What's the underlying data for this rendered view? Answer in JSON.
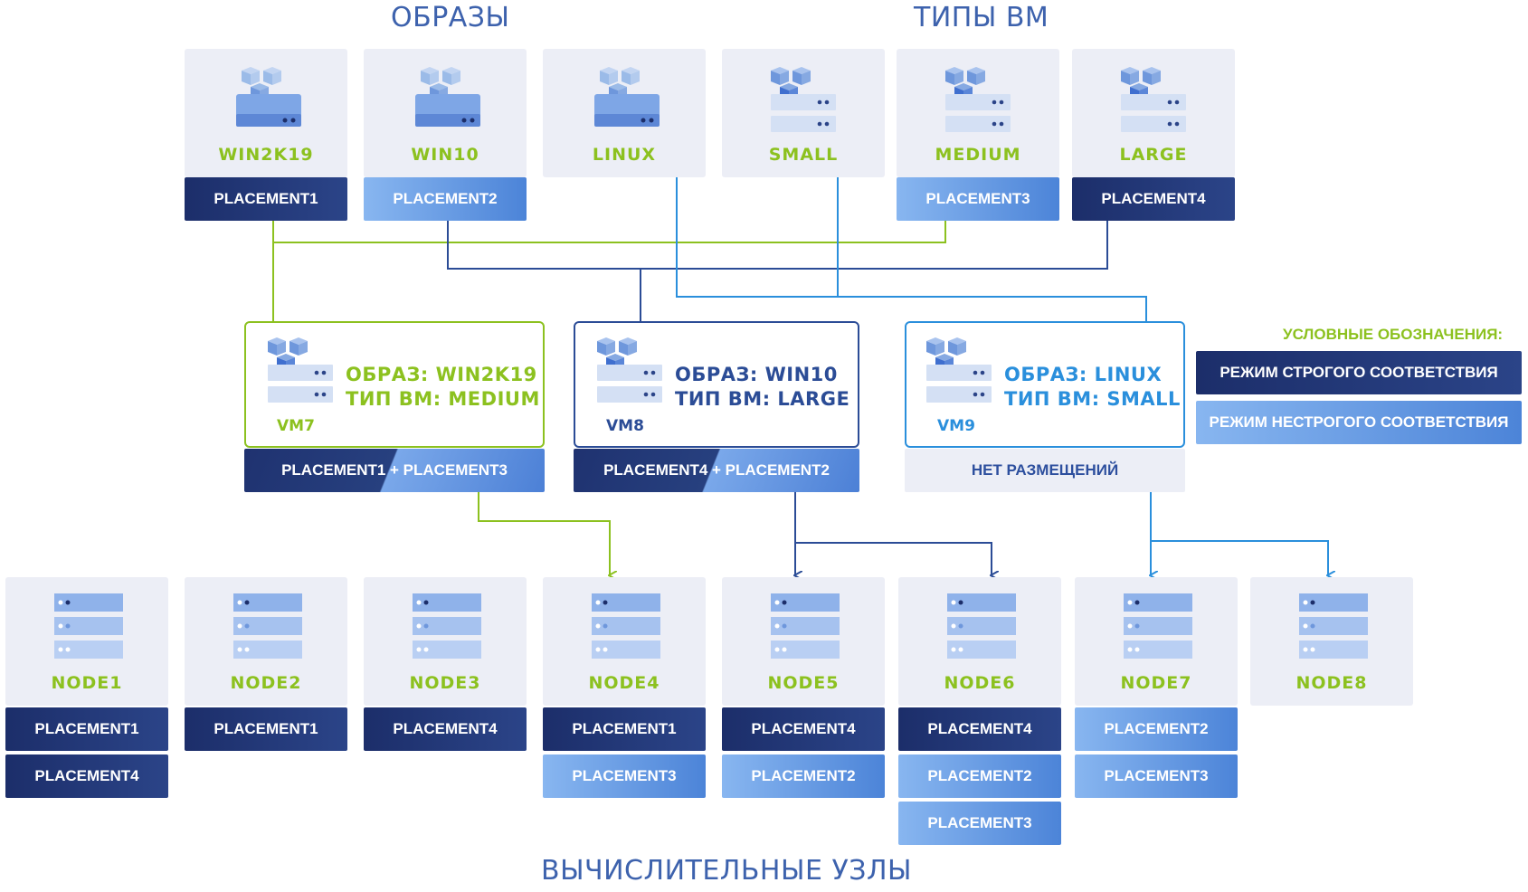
{
  "headings": {
    "images": "ОБРАЗЫ",
    "vm_types": "ТИПЫ ВМ",
    "nodes": "ВЫЧИСЛИТЕЛЬНЫЕ УЗЛЫ"
  },
  "images": [
    {
      "label": "WIN2K19",
      "placement": "PLACEMENT1",
      "mode": "strict"
    },
    {
      "label": "WIN10",
      "placement": "PLACEMENT2",
      "mode": "loose"
    },
    {
      "label": "LINUX",
      "placement": "",
      "mode": "none"
    }
  ],
  "vm_types": [
    {
      "label": "SMALL",
      "placement": "",
      "mode": "none"
    },
    {
      "label": "MEDIUM",
      "placement": "PLACEMENT3",
      "mode": "loose"
    },
    {
      "label": "LARGE",
      "placement": "PLACEMENT4",
      "mode": "strict"
    }
  ],
  "vms": [
    {
      "name": "VM7",
      "image_line": "ОБРАЗ: WIN2K19",
      "type_line": "ТИП ВМ: MEDIUM",
      "placements": "PLACEMENT1 + PLACEMENT3",
      "color": "#8cc11f"
    },
    {
      "name": "VM8",
      "image_line": "ОБРАЗ: WIN10",
      "type_line": "ТИП ВМ: LARGE",
      "placements": "PLACEMENT4 + PLACEMENT2",
      "color": "#2b4c96"
    },
    {
      "name": "VM9",
      "image_line": "ОБРАЗ: LINUX",
      "type_line": "ТИП ВМ: SMALL",
      "placements": "НЕТ РАЗМЕЩЕНИЙ",
      "color": "#2a8fdc"
    }
  ],
  "nodes": [
    {
      "label": "NODE1",
      "placements": [
        {
          "name": "PLACEMENT1",
          "mode": "strict"
        },
        {
          "name": "PLACEMENT4",
          "mode": "strict"
        }
      ]
    },
    {
      "label": "NODE2",
      "placements": [
        {
          "name": "PLACEMENT1",
          "mode": "strict"
        }
      ]
    },
    {
      "label": "NODE3",
      "placements": [
        {
          "name": "PLACEMENT4",
          "mode": "strict"
        }
      ]
    },
    {
      "label": "NODE4",
      "placements": [
        {
          "name": "PLACEMENT1",
          "mode": "strict"
        },
        {
          "name": "PLACEMENT3",
          "mode": "loose"
        }
      ]
    },
    {
      "label": "NODE5",
      "placements": [
        {
          "name": "PLACEMENT4",
          "mode": "strict"
        },
        {
          "name": "PLACEMENT2",
          "mode": "loose"
        }
      ]
    },
    {
      "label": "NODE6",
      "placements": [
        {
          "name": "PLACEMENT4",
          "mode": "strict"
        },
        {
          "name": "PLACEMENT2",
          "mode": "loose"
        },
        {
          "name": "PLACEMENT3",
          "mode": "loose"
        }
      ]
    },
    {
      "label": "NODE7",
      "placements": [
        {
          "name": "PLACEMENT2",
          "mode": "loose"
        },
        {
          "name": "PLACEMENT3",
          "mode": "loose"
        }
      ]
    },
    {
      "label": "NODE8",
      "placements": []
    }
  ],
  "legend": {
    "title": "УСЛОВНЫЕ ОБОЗНАЧЕНИЯ:",
    "strict": "РЕЖИМ СТРОГОГО СООТВЕТСТВИЯ",
    "loose": "РЕЖИМ НЕСТРОГОГО СООТВЕТСТВИЯ"
  },
  "colors": {
    "green": "#8cc11f",
    "navy": "#1c2e6a",
    "dark_blue": "#2b4c96",
    "light_blue": "#2a8fdc",
    "card": "#eceef6"
  },
  "icons": {
    "image_card": "disk-with-cubes-icon",
    "vm_type_card": "server-with-cubes-icon",
    "node_card": "server-rack-icon"
  }
}
